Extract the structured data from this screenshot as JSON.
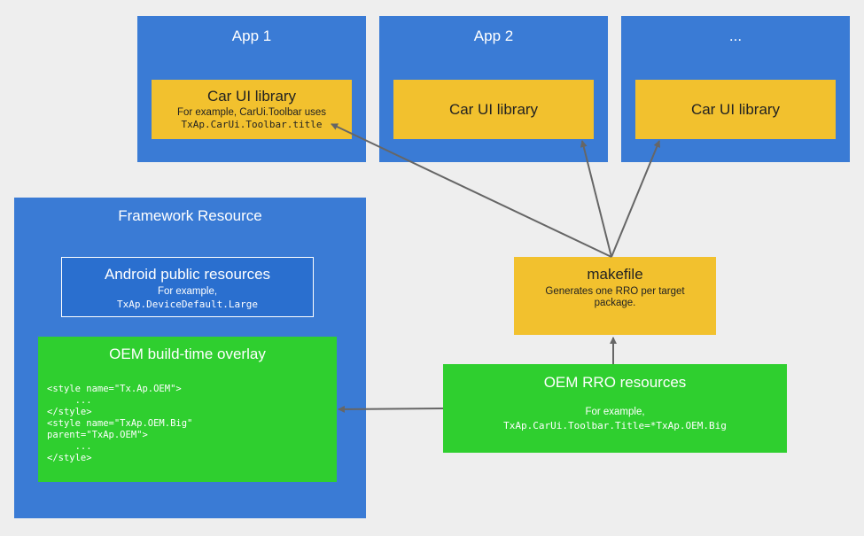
{
  "apps": [
    {
      "title": "App 1"
    },
    {
      "title": "App 2"
    },
    {
      "title": "..."
    }
  ],
  "car_ui": {
    "label": "Car UI library",
    "example_prefix": "For example, CarUi.Toolbar uses",
    "example_code": "TxAp.CarUi.Toolbar.title"
  },
  "framework": {
    "title": "Framework Resource",
    "android_public": {
      "title": "Android public resources",
      "example": "For example,",
      "code": "TxAp.DeviceDefault.Large"
    },
    "oem_overlay": {
      "title": "OEM build-time overlay",
      "code_lines": [
        "<style name=\"Tx.Ap.OEM\">",
        "     ...",
        "</style>",
        "<style name=\"TxAp.OEM.Big\"",
        "parent=\"TxAp.OEM\">",
        "     ...",
        "</style>"
      ]
    }
  },
  "makefile": {
    "title": "makefile",
    "desc_line1": "Generates one RRO per target",
    "desc_line2": "package."
  },
  "oem_rro": {
    "title": "OEM RRO resources",
    "example": "For example,",
    "code": "TxAp.CarUi.Toolbar.Title=*TxAp.OEM.Big"
  },
  "colors": {
    "blue": "#3a7bd5",
    "yellow": "#f2c12e",
    "green": "#2fcf2f",
    "arrow": "#666666"
  }
}
